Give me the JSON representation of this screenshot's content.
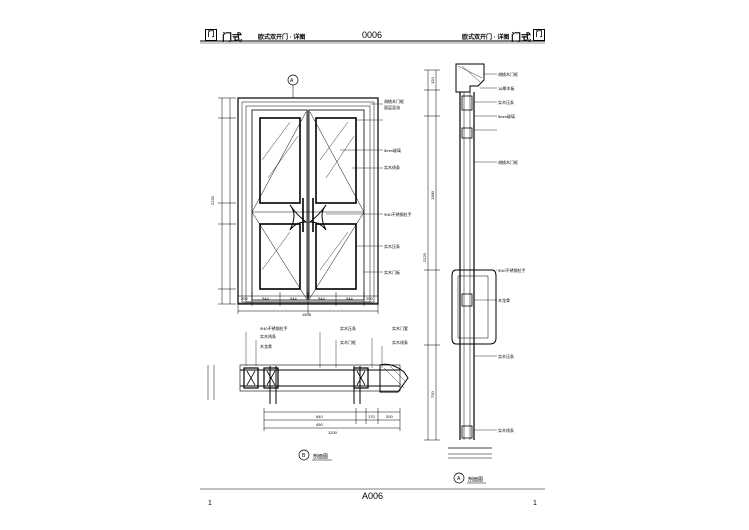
{
  "header": {
    "left_title": "门式",
    "left_sub": "欧式双开门 · 详图",
    "code": "0006",
    "right_sub": "欧式双开门 · 详图",
    "right_title": "门式"
  },
  "footer": {
    "sheet": "A006",
    "left_page": "1",
    "right_page": "1"
  },
  "views": {
    "section_b_label": "B",
    "section_b_text": "剖面图",
    "section_a_label": "A",
    "section_a_text": "剖面图",
    "elevation_marker": "A"
  },
  "callouts_elevation": [
    "胡桃木门框",
    "面层混油",
    "5mm玻璃",
    "实木线条",
    "Φ40不锈钢拉手",
    "实木压条",
    "实木门板"
  ],
  "callouts_plan": [
    "Φ40不锈钢拉手",
    "实木线条",
    "木龙骨",
    "实木压条",
    "实木门框",
    "实木门套",
    "实木线条"
  ],
  "callouts_section": [
    "胡桃木门框",
    "18厚木板",
    "实木压条",
    "5mm玻璃",
    "胡桃木门框",
    "Φ40不锈钢拉手",
    "木龙骨",
    "实木压条",
    "实木线条"
  ],
  "dims_elevation_bottom": [
    "200",
    "544",
    "544",
    "544",
    "544",
    "200"
  ],
  "dims_elevation_total": "1508",
  "dims_elevation_left": "2220",
  "dims_plan": [
    "640",
    "450",
    "170",
    "200",
    "1200"
  ],
  "dims_section_left": [
    "120",
    "1380",
    "720",
    "2220"
  ]
}
